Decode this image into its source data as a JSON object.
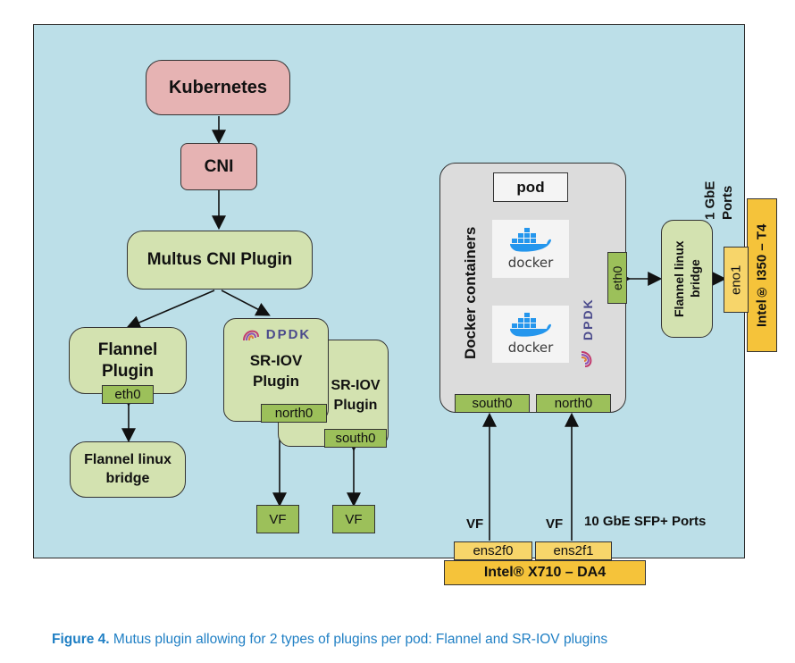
{
  "diagram": {
    "kubernetes": "Kubernetes",
    "cni": "CNI",
    "multus": "Multus CNI Plugin",
    "flannel_plugin": "Flannel Plugin",
    "flannel_eth0": "eth0",
    "flannel_bridge_left": "Flannel linux bridge",
    "dpdk_logo_text": "DPDK",
    "sriov_plugin_front": "SR-IOV Plugin",
    "sriov_plugin_back": "SR-IOV Plugin",
    "north0_left": "north0",
    "south0_left": "south0",
    "vf_left_1": "VF",
    "vf_left_2": "VF",
    "pod": "pod",
    "docker_containers": "Docker containers",
    "docker_word_1": "docker",
    "docker_word_2": "docker",
    "dpdk_logo_text_pod": "DPDK",
    "pod_eth0": "eth0",
    "pod_south0": "south0",
    "pod_north0": "north0",
    "flannel_bridge_right": "Flannel linux bridge",
    "eno1": "eno1",
    "i350_label": "Intel® I350 – T4",
    "gbe_ports": "1 GbE Ports",
    "vf_label_1": "VF",
    "vf_label_2": "VF",
    "sfp_ports": "10 GbE SFP+ Ports",
    "ens2f0": "ens2f0",
    "ens2f1": "ens2f1",
    "x710_label": "Intel® X710 – DA4"
  },
  "caption": {
    "prefix": "Figure 4.",
    "text": " Mutus plugin allowing for 2 types of plugins per pod: Flannel and SR-IOV plugins"
  },
  "colors": {
    "background": "#bcdfe8",
    "pink": "#e6b3b3",
    "green_box": "#d3e2b0",
    "green_port": "#9cc05a",
    "yellow": "#f5c33a",
    "caption_blue": "#1f7fc4"
  }
}
